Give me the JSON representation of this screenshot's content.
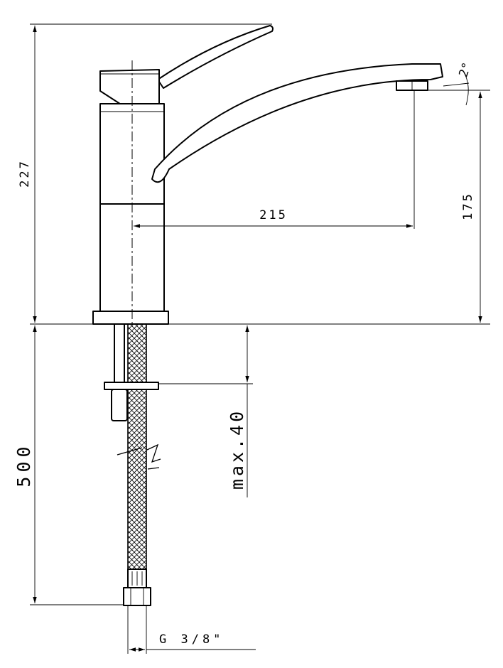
{
  "dimensions": {
    "total_height": "227",
    "spout_reach": "215",
    "spout_height": "175",
    "hose_length": "500",
    "max_thickness": "max.40",
    "thread": "G 3/8\"",
    "spout_angle": "2°"
  }
}
